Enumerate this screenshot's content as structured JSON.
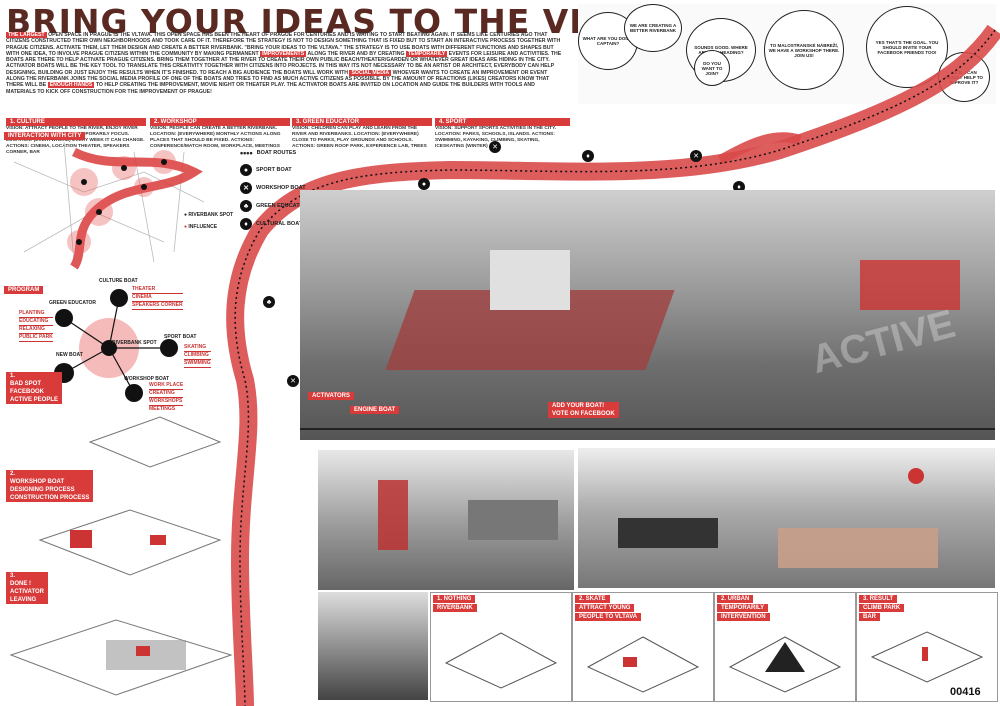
{
  "title": "BRING YOUR IDEAS TO THE VLTAVA",
  "intro": {
    "hl1": "THE LARGEST",
    "p1": "OPEN SPACE IN PRAGUE IS THE VLTAVA. THIS OPEN SPACE HAS BEEN THE HEART OF PRAGUE FOR CENTURIES AND IS WAITING TO START BEATING AGAIN. IT SEEMS LIKE CENTURIES AGO THAT CITIZENS CONSTRUCTED THEIR OWN NEIGHBORHOODS AND TOOK CARE OF IT. THEREFORE THE STRATEGY IS NOT TO DESIGN SOMETHING THAT IS FIXED BUT TO START AN INTERACTIVE PROCESS TOGETHER WITH PRAGUE CITIZENS. ACTIVATE THEM, LET THEM DESIGN AND CREATE A BETTER RIVERBANK. \"BRING YOUR IDEAS TO THE VLTAVA.\"",
    "p2a": "THE STRATEGY IS TO USE BOATS WITH DIFFERENT FUNCTIONS AND SHAPES BUT WITH ONE IDEA, TO INVOLVE PRAGUE CITIZENS WITHIN THE COMMUNITY BY MAKING PERMANENT",
    "hl2": "IMPROVEMENTS",
    "p2b": "ALONG THE RIVER AND BY CREATING",
    "hl3": "TEMPORARILY",
    "p2c": "EVENTS FOR LEISURE AND ACTIVITIES. THE BOATS ARE THERE TO HELP ACTIVATE PRAGUE CITIZENS. BRING THEM TOGETHER AT THE RIVER TO CREATE THEIR OWN PUBLIC BEACH/THEATER/GARDEN OR WHATEVER GREAT IDEAS ARE HIDING IN THE CITY. ACTIVATOR BOATS WILL BE THE KEY TOOL TO TRANSLATE THIS CREATIVITY TOGETHER WITH CITIZENS INTO PROJECTS. IN THIS WAY ITS NOT NECESSARY TO BE AN ARTIST OR ARCHITECT, EVERYBODY CAN HELP DESIGNING, BUILDING OR JUST ENJOY THE RESULTS WHEN IT'S FINISHED.",
    "p3a": "TO REACH A BIG AUDIENCE THE BOATS WILL WORK WITH",
    "hl4": "SOCIAL MEDIA",
    "p3b": "WHOEVER WANTS TO CREATE AN IMPROVEMENT OR EVENT ALONG THE RIVERBANK JOINS THE SOCIAL MEDIA PROFILE OF ONE OF THE BOATS AND TRIES TO FIND AS MUCH ACTIVE CITIZENS AS POSSIBLE. BY THE AMOUNT OF REACTIONS (LIKES) CREATORS KNOW THAT THERE WILL BE",
    "hl5": "ENOUGH HANDS",
    "p3c": "TO HELP CREATING THE IMPROVEMENT, MOVIE NIGHT OR THEATER PLAY. THE ACTIVATOR BOATS ARE INVITED ON LOCATION AND GUIDE THE BUILDERS WITH TOOLS AND MATERIALS TO KICK OFF CONSTRUCTION FOR THE IMPROVEMENT OF PRAGUE!"
  },
  "sections": [
    {
      "head": "1. CULTURE",
      "text": "VISION: ATTRACT PEOPLE TO THE RIVER, ENJOY RIVER VIEWS, LEISURE ART WITH A TEMPORARILY FOCUS. LOCATION: (EVERYWHERE) EVERY WEEK IT CAN CHANGE. ACTIONS: CINEMA, LOCATION THEATER, SPEAKERS CORNER, BAR"
    },
    {
      "head": "2. WORKSHOP",
      "text": "VISION: PEOPLE CAN CREATE A BETTER RIVERBANK. LOCATION: (EVERYWHERE) MONTHLY ACTIONS ALONG PLACES THAT SHOULD BE FIXED. ACTIONS: CONFERENCE/MATCH ROOM, WORKPLACE, MEETINGS"
    },
    {
      "head": "3. GREEN EDUCATOR",
      "text": "VISION: CHILDREN CAN PLAY AND LEARN FROM THE RIVER AND RIVERBANKS. LOCATION: (EVERYWHERE) CLOSE TO PARKS, PLAY GROUNDS AND SCHOOLS. ACTIONS: GREEN ROOF PARK, EXPERIENCE LAB, TREES"
    },
    {
      "head": "4. SPORT",
      "text": "VISION: SUPPORT SPORTS ACTIVITIES IN THE CITY. LOCATION: PARKS, SCHOOLS, ISLANDS. ACTIONS: SWIMMING, KAYAKING, CLIMBING, SKATING, ICESKATING (WINTER)"
    }
  ],
  "bubbles": [
    "WHAT ARE YOU DOING CAPTAIN?",
    "WE ARE CREATING A BETTER RIVERBANK",
    "SOUNDS GOOD. WHERE ARE YOU HEADING?",
    "DO YOU WANT TO JOIN?",
    "TO MALOSTRANSKÉ NÁBREŽÍ, WE HAVE A WORKSHOP THERE. JOIN US!",
    "YES THAT'S THE GOAL. YOU SHOULD INVITE YOUR FACEBOOK FRIENDS TOO!",
    "NICE, I CAN REALLY HELP TO IMPROVE IT?"
  ],
  "interaction_label": "INTERACTION WITH CITY",
  "map_legend": {
    "spot": "RIVERBANK SPOT",
    "influence": "INFLUENCE"
  },
  "legend": [
    {
      "icon": "dots-icon",
      "label": "BOAT ROUTES"
    },
    {
      "icon": "sport-icon",
      "label": "SPORT BOAT"
    },
    {
      "icon": "tools-icon",
      "label": "WORKSHOP BOAT"
    },
    {
      "icon": "tree-icon",
      "label": "GREEN EDUCATOR"
    },
    {
      "icon": "lamp-icon",
      "label": "CULTURAL BOAT"
    }
  ],
  "program": {
    "label": "PROGRAM",
    "center": "RIVERBANK SPOT",
    "culture": "CULTURE BOAT",
    "culture_items": [
      "THEATER",
      "CINEMA",
      "SPEAKERS CORNER"
    ],
    "green": "GREEN EDUCATOR",
    "green_items": [
      "PLANTING",
      "EDUCATING",
      "RELAXING",
      "PUBLIC PARK"
    ],
    "sport": "SPORT BOAT",
    "sport_items": [
      "SKATING",
      "CLIMBING",
      "SWIMMING"
    ],
    "workshop": "WORKSHOP BOAT",
    "workshop_items": [
      "WORK PLACE",
      "CREATING",
      "WORKSHOPS",
      "MEETINGS"
    ],
    "new": "NEW BOAT"
  },
  "steps_left": [
    {
      "lines": [
        "1.",
        "BAD SPOT",
        "FACEBOOK",
        "ACTIVE PEOPLE"
      ]
    },
    {
      "lines": [
        "2.",
        "WORKSHOP BOAT",
        "DESIGNING PROCESS",
        "CONSTRUCTION PROCESS"
      ]
    },
    {
      "lines": [
        "3.",
        "DONE !",
        "ACTIVATOR",
        "LEAVING"
      ]
    }
  ],
  "activators": {
    "label": "ACTIVATORS",
    "engine": "ENGINE BOAT",
    "add_1": "ADD YOUR BOAT!",
    "add_2": "VOTE ON FACEBOOK"
  },
  "active_word": "ACTIVE",
  "steps_bottom": [
    {
      "lines": [
        "1. NOTHING",
        "RIVERBANK"
      ]
    },
    {
      "lines": [
        "2. SKATE",
        "ATTRACT YOUNG",
        "PEOPLE TO VLTAVA"
      ]
    },
    {
      "lines": [
        "2. URBAN",
        "TEMPORARILY",
        "INTERVENTION"
      ]
    },
    {
      "lines": [
        "3. RESULT",
        "CLIMB PARK",
        "BAR"
      ]
    }
  ],
  "entry_number": "00416",
  "colors": {
    "accent": "#d93b3b",
    "title": "#5a2a22"
  }
}
